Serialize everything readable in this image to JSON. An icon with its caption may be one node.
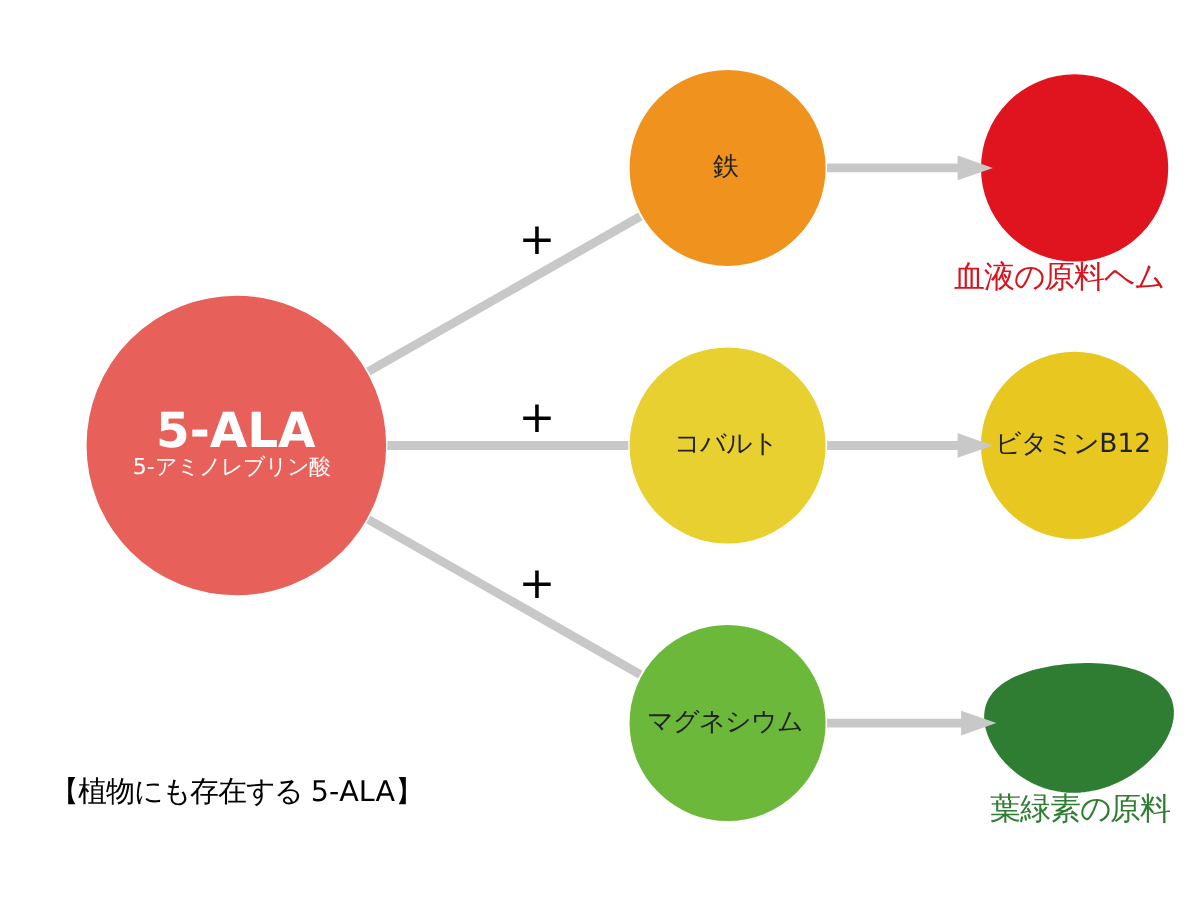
{
  "diagram": {
    "nodes": [
      {
        "text": [
          "5-ALA",
          "5-アミノレブリン酸"
        ]
      },
      {
        "text": [
          "鉄"
        ]
      },
      {
        "text": [
          "コバルト"
        ]
      },
      {
        "text": [
          "マグネシウム"
        ]
      },
      {
        "text": [],
        "shape": "circle",
        "beside": [
          "血液の原料ヘム"
        ]
      },
      {
        "text": [
          "ビタミンB12"
        ]
      },
      {
        "text": [],
        "shape": "leaf",
        "beside": [
          "葉緑素の原料"
        ]
      }
    ],
    "edges": [
      {
        "from": 0,
        "to": 1,
        "arrow": "none",
        "label": "+"
      },
      {
        "from": 1,
        "to": 4,
        "arrow": "to"
      },
      {
        "from": 0,
        "to": 2,
        "arrow": "none",
        "label": "+"
      },
      {
        "from": 2,
        "to": 5,
        "arrow": "to"
      },
      {
        "from": 0,
        "to": 3,
        "arrow": "none",
        "label": "+"
      },
      {
        "from": 3,
        "to": 6,
        "arrow": "to"
      }
    ],
    "labels": [
      "【植物にも存在する 5-ALA】"
    ]
  }
}
